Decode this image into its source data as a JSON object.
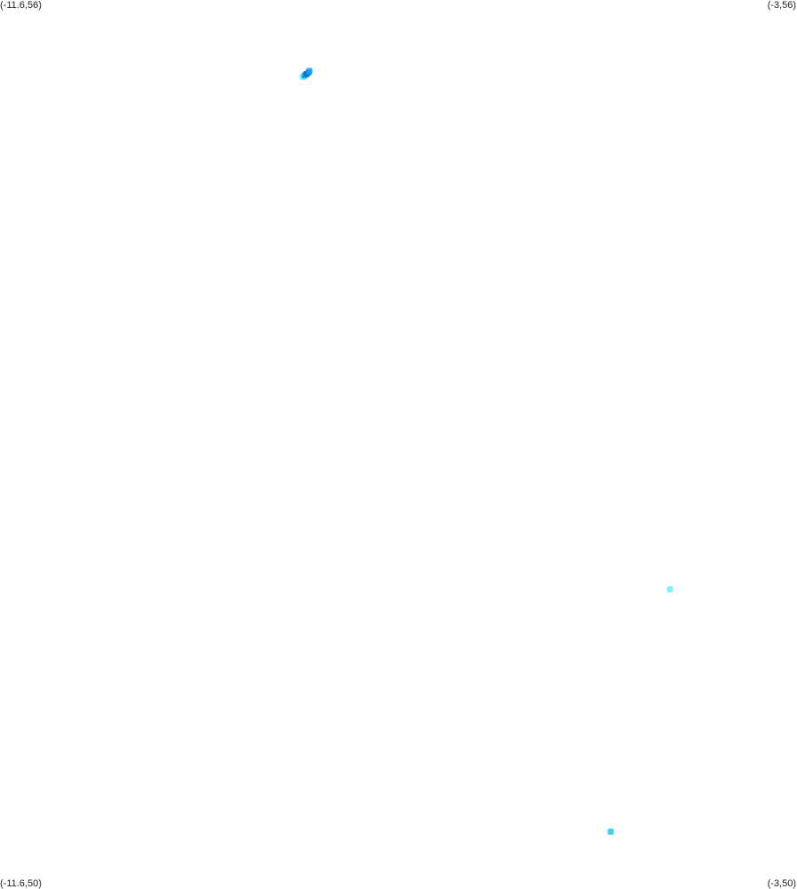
{
  "map": {
    "corners": {
      "top_left": "(-11.6,56)",
      "top_right": "(-3,56)",
      "bottom_left": "(-11.6,50)",
      "bottom_right": "(-3,50)"
    },
    "bounds": {
      "lon_min": -11.6,
      "lon_max": -3,
      "lat_min": 50,
      "lat_max": 56
    },
    "points": [
      {
        "lon": -8.33,
        "lat": 55.48,
        "color": "#00e5ff",
        "opacity": 0.6
      },
      {
        "lon": -8.31,
        "lat": 55.49,
        "color": "#0096e6",
        "opacity": 0.85
      },
      {
        "lon": -8.29,
        "lat": 55.5,
        "color": "#0a64d2",
        "opacity": 0.9
      },
      {
        "lon": -8.27,
        "lat": 55.51,
        "color": "#0a80e0",
        "opacity": 0.85
      },
      {
        "lon": -8.26,
        "lat": 55.52,
        "color": "#19a0f0",
        "opacity": 0.8
      },
      {
        "lon": -4.37,
        "lat": 52.01,
        "color": "#5aeeff",
        "opacity": 0.75
      },
      {
        "lon": -5.01,
        "lat": 50.37,
        "color": "#1ec8f0",
        "opacity": 0.85
      }
    ]
  }
}
